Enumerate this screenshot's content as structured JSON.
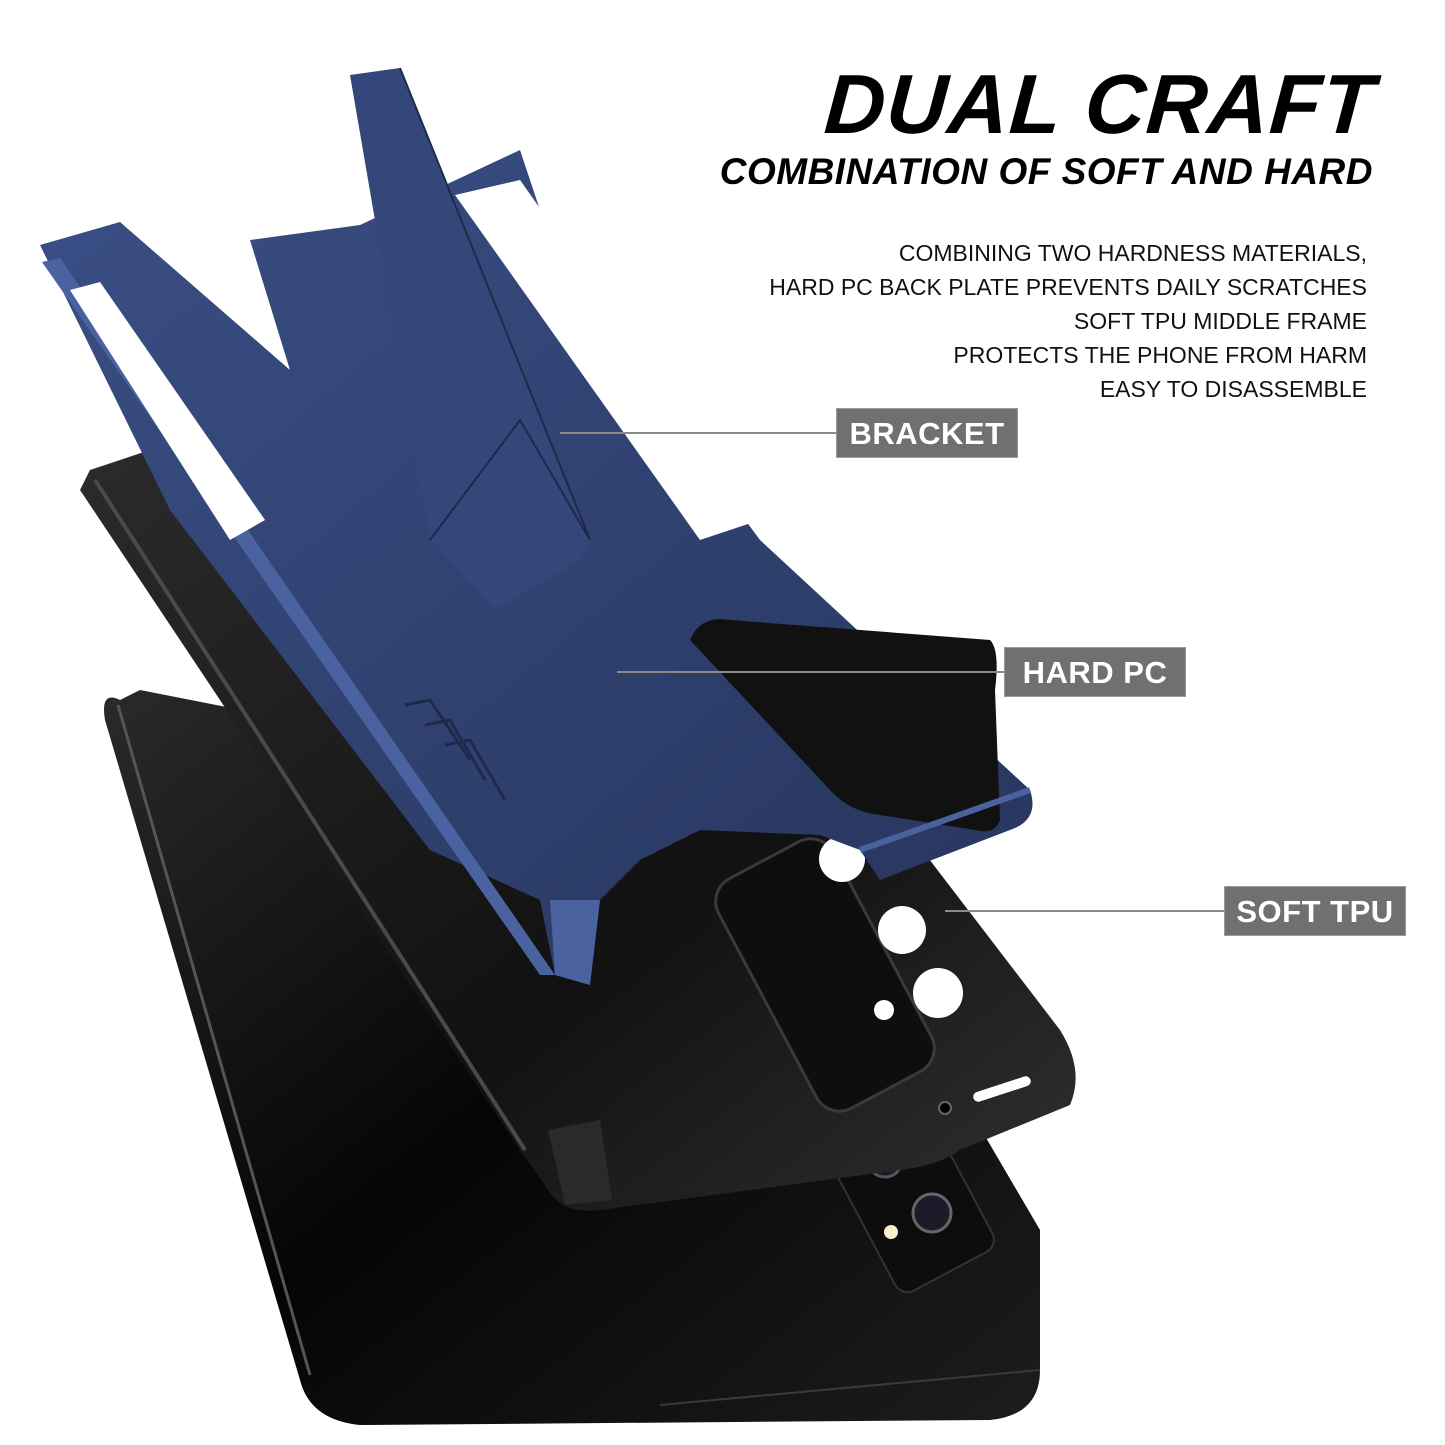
{
  "header": {
    "title": "DUAL CRAFT",
    "subtitle": "COMBINATION OF SOFT AND HARD"
  },
  "description": {
    "lines": [
      "COMBINING TWO HARDNESS MATERIALS,",
      "HARD PC BACK PLATE PREVENTS DAILY SCRATCHES",
      "SOFT TPU MIDDLE FRAME",
      "PROTECTS THE PHONE FROM HARM",
      "EASY TO DISASSEMBLE"
    ]
  },
  "callouts": [
    {
      "label": "BRACKET"
    },
    {
      "label": "HARD PC"
    },
    {
      "label": "SOFT TPU"
    }
  ],
  "colors": {
    "case_blue": "#2f3f6b",
    "case_blue_highlight": "#4a62a0",
    "tpu_black": "#1a1a1a",
    "phone_black": "#0b0b0b",
    "tag_bg": "#707070",
    "tag_text": "#ffffff"
  }
}
